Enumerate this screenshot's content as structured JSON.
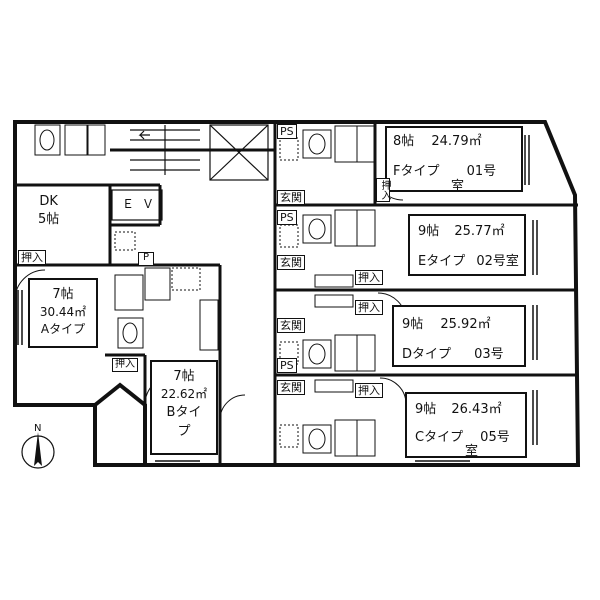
{
  "units": {
    "a": {
      "size": "7帖",
      "area": "30.44㎡",
      "type": "Aタイプ"
    },
    "b": {
      "size": "7帖",
      "area": "22.62㎡",
      "type1": "Bタイ",
      "type2": "プ"
    },
    "c": {
      "size": "9帖",
      "area": "26.43㎡",
      "type": "Cタイプ",
      "room": "05号",
      "suffix": "室"
    },
    "d": {
      "size": "9帖",
      "area": "25.92㎡",
      "type": "Dタイプ",
      "room": "03号"
    },
    "e": {
      "size": "9帖",
      "area": "25.77㎡",
      "type": "Eタイプ",
      "room": "02号室"
    },
    "f": {
      "size": "8帖",
      "area": "24.79㎡",
      "type": "Fタイプ",
      "room": "01号",
      "suffix": "室"
    }
  },
  "dk": {
    "line1": "DK",
    "line2": "5帖"
  },
  "elevator": "ＥＶ",
  "parking_mark": "P",
  "tags": {
    "oshiire": "押入",
    "genkan": "玄関",
    "ps": "PS"
  },
  "compass": "N"
}
